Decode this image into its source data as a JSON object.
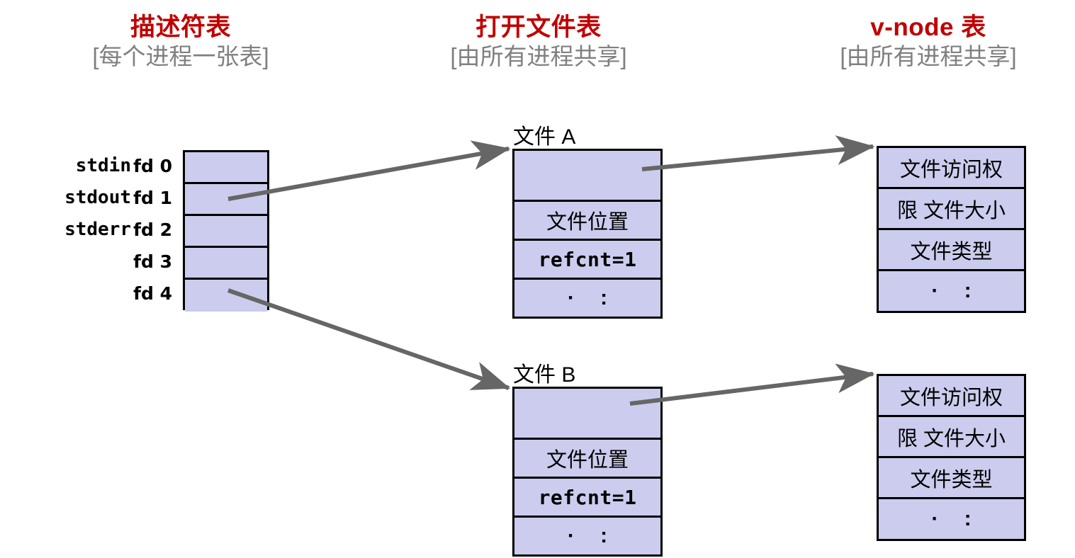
{
  "columns": [
    {
      "id": "descriptor-table",
      "title": "描述符表",
      "subtitle": "[每个进程一张表]"
    },
    {
      "id": "open-file-table",
      "title": "打开文件表",
      "subtitle": "[由所有进程共享]"
    },
    {
      "id": "vnode-table",
      "title": "v-node 表",
      "subtitle": "[由所有进程共享]"
    }
  ],
  "descriptor_table": {
    "rows": [
      {
        "std": "stdin",
        "fd": "fd 0"
      },
      {
        "std": "stdout",
        "fd": "fd 1"
      },
      {
        "std": "stderr",
        "fd": "fd 2"
      },
      {
        "std": "",
        "fd": "fd 3"
      },
      {
        "std": "",
        "fd": "fd 4"
      }
    ]
  },
  "open_files": [
    {
      "caption": "文件 A",
      "rows": [
        "",
        "文件位置",
        "refcnt=1",
        "·  :"
      ]
    },
    {
      "caption": "文件 B",
      "rows": [
        "",
        "文件位置",
        "refcnt=1",
        "·  :"
      ]
    }
  ],
  "vnodes": [
    {
      "rows": [
        "文件访问权",
        "限 文件大小",
        "文件类型",
        "·  :"
      ]
    },
    {
      "rows": [
        "文件访问权",
        "限 文件大小",
        "文件类型",
        "·  :"
      ]
    }
  ],
  "colors": {
    "title_red": "#c00000",
    "subtitle_gray": "#808080",
    "box_fill": "#ccccee",
    "box_border": "#000000",
    "arrow": "#666666"
  }
}
